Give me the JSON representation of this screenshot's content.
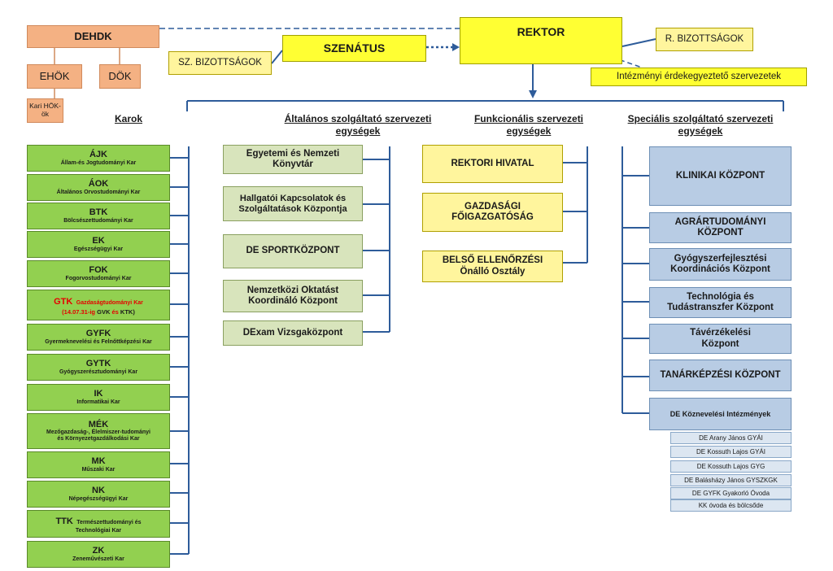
{
  "top": {
    "dehdk": "DEHDK",
    "ehok": "EHÖK",
    "dok": "DÖK",
    "kari_hok": "Kari HÖK-ök",
    "szenatus": "SZENÁTUS",
    "sz_bizottsagok": "SZ. BIZOTTSÁGOK",
    "rektor": "REKTOR",
    "r_bizottsagok": "R. BIZOTTSÁGOK",
    "erdekegyeztetok": "Intézményi érdekegyeztető szervezetek"
  },
  "headers": {
    "karok": "Karok",
    "altalanos": "Általános szolgáltató szervezeti egységek",
    "funkcionalis": "Funkcionális szervezeti egységek",
    "specialis": "Speciális szolgáltató szervezeti egységek"
  },
  "faculties": [
    {
      "abbr": "ÁJK",
      "name": "Állam-és Jogtudományi Kar"
    },
    {
      "abbr": "ÁOK",
      "name": "Általános Orvostudományi Kar"
    },
    {
      "abbr": "BTK",
      "name": "Bölcsészettudományi Kar"
    },
    {
      "abbr": "EK",
      "name": "Egészségügyi Kar"
    },
    {
      "abbr": "FOK",
      "name": "Fogorvostudományi Kar"
    },
    {
      "abbr": "GTK",
      "name": "Gazdaságtudományi Kar",
      "note1": "(14.07.31-ig",
      "note2": "GVK",
      "note3": "és",
      "note4": "KTK)"
    },
    {
      "abbr": "GYFK",
      "name": "Gyermeknevelési és Felnőttképzési Kar"
    },
    {
      "abbr": "GYTK",
      "name": "Gyógyszerésztudományi Kar"
    },
    {
      "abbr": "IK",
      "name": "Informatikai Kar"
    },
    {
      "abbr": "MÉK",
      "name": "Mezőgazdaság-, Élelmiszer-tudományi",
      "name2": "és Környezetgazdálkodási Kar"
    },
    {
      "abbr": "MK",
      "name": "Műszaki Kar"
    },
    {
      "abbr": "NK",
      "name": "Népegészségügyi Kar"
    },
    {
      "abbr": "TTK",
      "name": "Természettudományi és",
      "name2": "Technológiai Kar"
    },
    {
      "abbr": "ZK",
      "name": "Zeneművészeti Kar"
    }
  ],
  "general": [
    "Egyetemi és Nemzeti Könyvtár",
    "Hallgatói Kapcsolatok és Szolgáltatások Központja",
    "DE SPORTKÖZPONT",
    "Nemzetközi Oktatást Koordináló Központ",
    "DExam Vizsgaközpont"
  ],
  "functional": [
    "REKTORI HIVATAL",
    "GAZDASÁGI FŐIGAZGATÓSÁG",
    "BELSŐ ELLENŐRZÉSI Önálló Osztály"
  ],
  "special": [
    "KLINIKAI KÖZPONT",
    "AGRÁRTUDOMÁNYI KÖZPONT",
    "Gyógyszerfejlesztési Koordinációs Központ",
    "Technológia és Tudástranszfer Központ",
    "Távérzékelési Központ",
    "TANÁRKÉPZÉSI KÖZPONT",
    "DE Köznevelési Intézmények"
  ],
  "schools": [
    "DE Arany János GYÁI",
    "DE Kossuth Lajos GYÁI",
    "DE Kossuth Lajos GYG",
    "DE Balásházy János GYSZKGK",
    "DE GYFK Gyakorló Óvoda",
    "KK óvoda és bölcsőde"
  ]
}
